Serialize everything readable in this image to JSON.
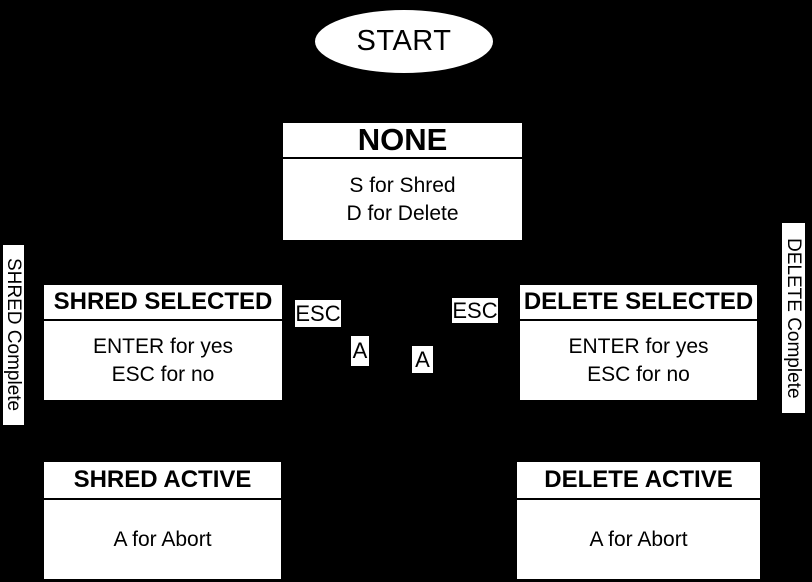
{
  "canvas": {
    "background": "#000000",
    "node_fill": "#ffffff",
    "node_text": "#000000"
  },
  "nodes": {
    "start": {
      "label": "START"
    },
    "none": {
      "title": "NONE",
      "line1": "S for Shred",
      "line2": "D for Delete"
    },
    "shred_selected": {
      "title": "SHRED SELECTED",
      "line1": "ENTER for yes",
      "line2": "ESC for no"
    },
    "delete_selected": {
      "title": "DELETE SELECTED",
      "line1": "ENTER for yes",
      "line2": "ESC for no"
    },
    "shred_active": {
      "title": "SHRED ACTIVE",
      "line1": "A for Abort"
    },
    "delete_active": {
      "title": "DELETE ACTIVE",
      "line1": "A for Abort"
    }
  },
  "edge_labels": {
    "esc_left": "ESC",
    "a_left": "A",
    "a_right": "A",
    "esc_right": "ESC",
    "shred_complete": "SHRED Complete",
    "delete_complete": "DELETE Complete"
  }
}
